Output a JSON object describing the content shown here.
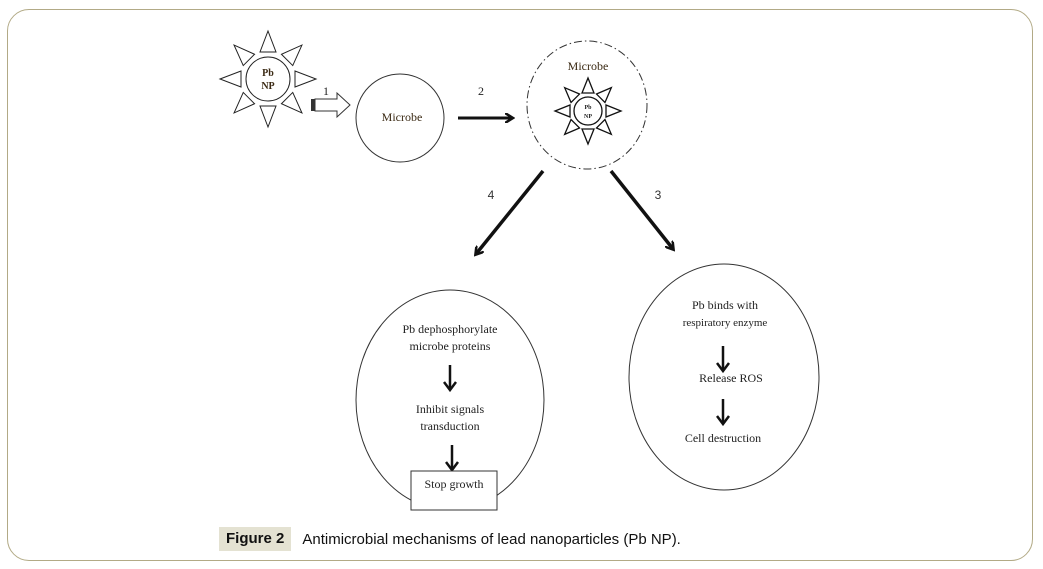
{
  "figure": {
    "label": "Figure 2",
    "caption": "Antimicrobial mechanisms of lead nanoparticles (Pb NP)."
  },
  "nanoparticle": {
    "line1": "Pb",
    "line2": "NP"
  },
  "microbe_initial": {
    "label": "Microbe"
  },
  "microbe_infected": {
    "label": "Microbe",
    "np_line1": "Pb",
    "np_line2": "NP"
  },
  "steps": {
    "step1": "1",
    "step2": "2",
    "step3": "3",
    "step4": "4"
  },
  "pathway_left": {
    "line1": "Pb dephosphorylate",
    "line2": "microbe proteins",
    "line3": "Inhibit signals",
    "line4": "transduction",
    "outcome": "Stop growth"
  },
  "pathway_right": {
    "line1": "Pb binds with",
    "line2": "respiratory enzyme",
    "line3": "Release ROS",
    "line4": "Cell destruction"
  },
  "colors": {
    "frame_border": "#b2aa86",
    "caption_label_bg": "#e4e2d2",
    "ink": "#111111",
    "text_brown": "#3b2a14"
  }
}
